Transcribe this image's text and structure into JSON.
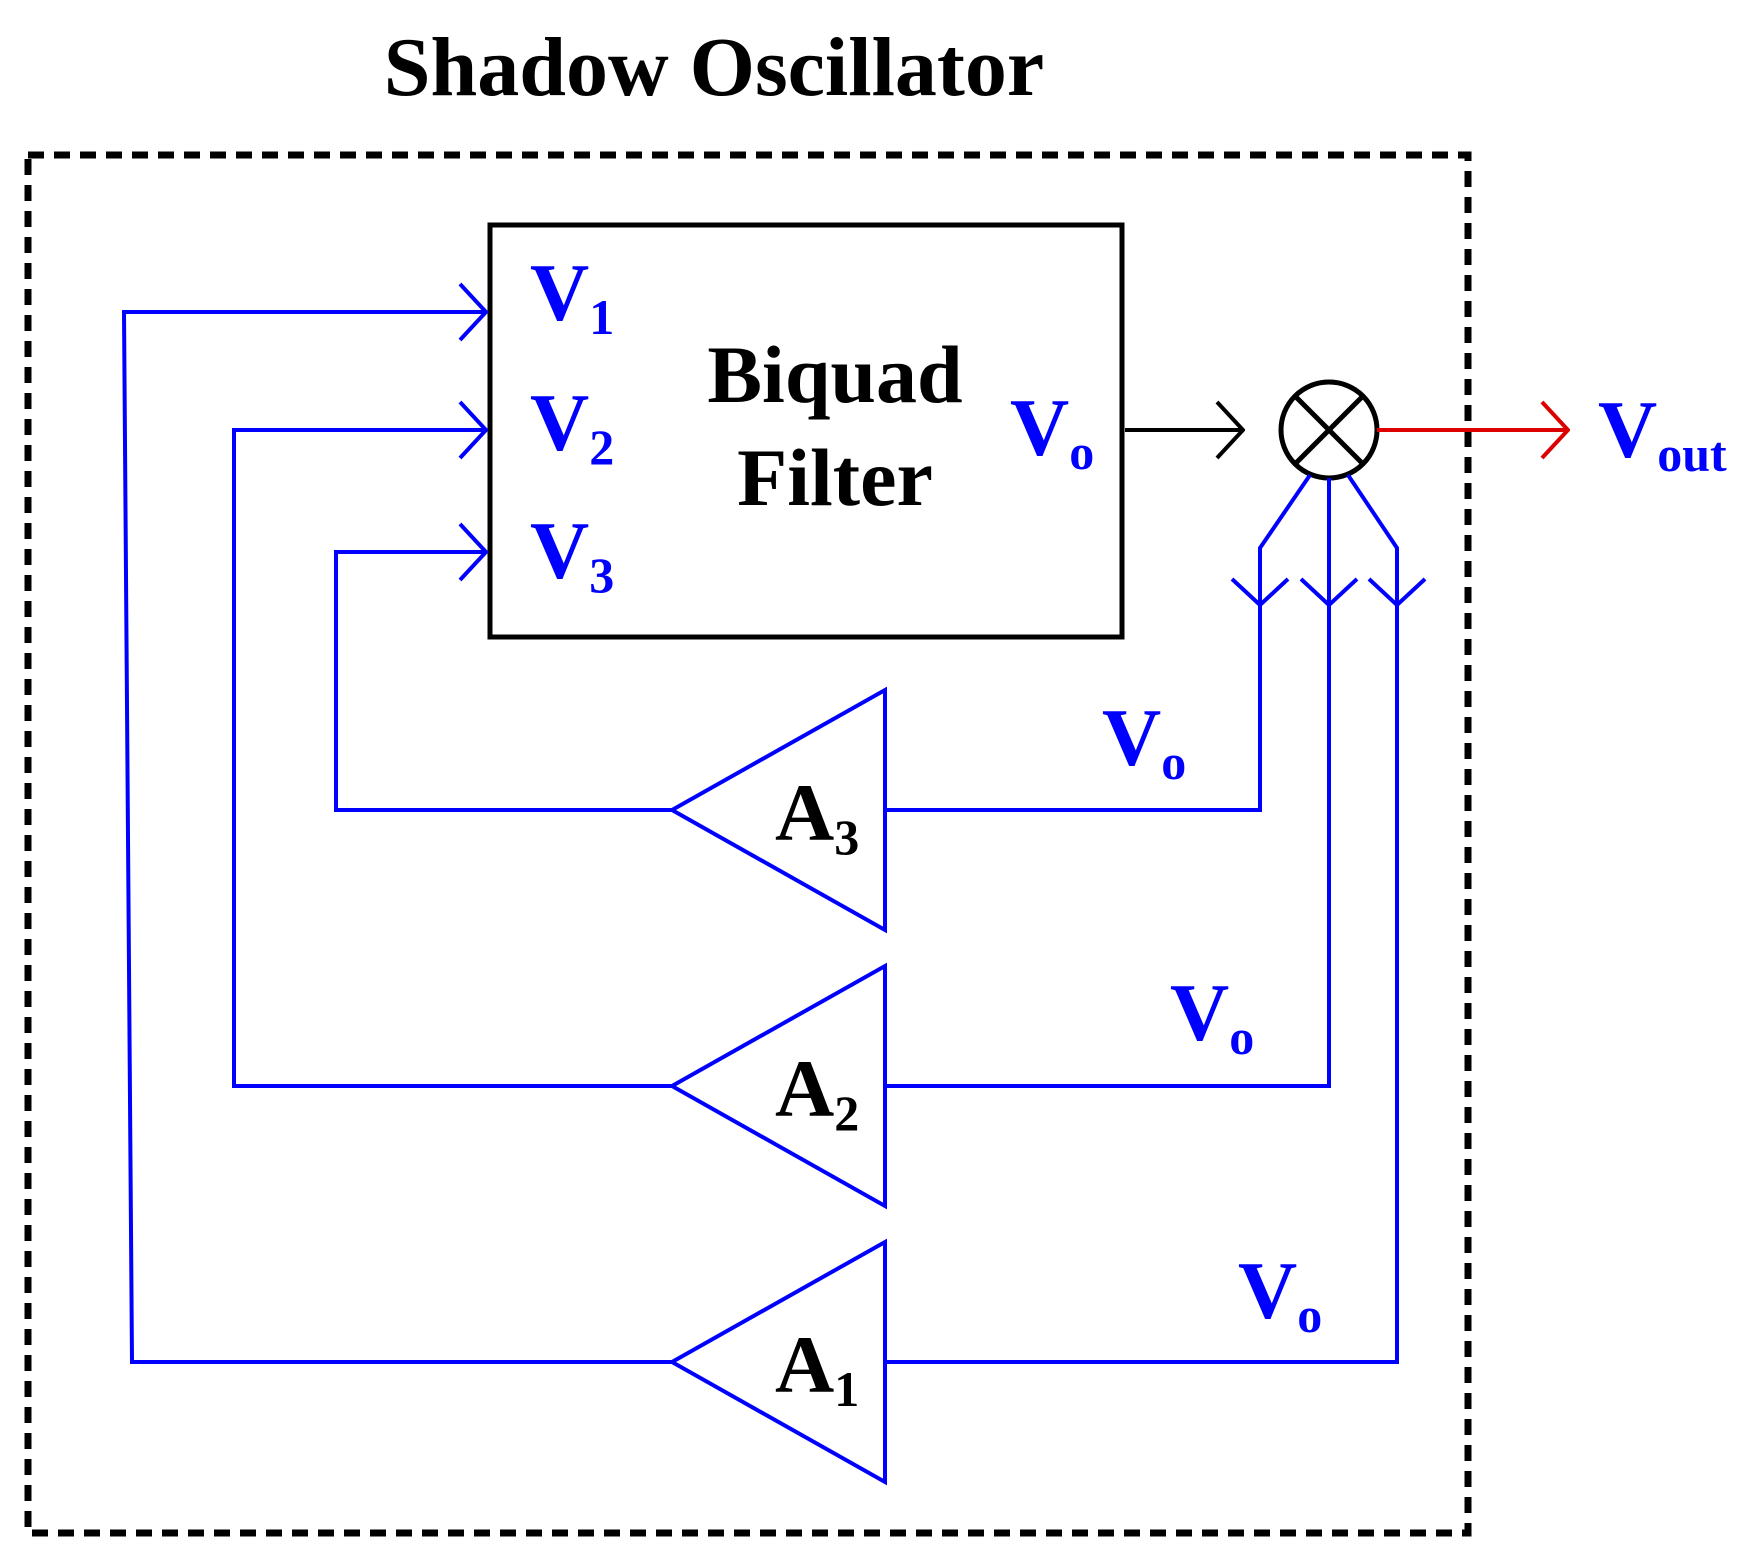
{
  "title": "Shadow Oscillator",
  "filter": {
    "name_line1": "Biquad",
    "name_line2": "Filter",
    "inputs": [
      {
        "main": "V",
        "sub": "1"
      },
      {
        "main": "V",
        "sub": "2"
      },
      {
        "main": "V",
        "sub": "3"
      }
    ],
    "output": {
      "main": "V",
      "sub": "o"
    }
  },
  "output": {
    "main": "V",
    "sub": "out"
  },
  "amplifiers": [
    {
      "main": "A",
      "sub": "3"
    },
    {
      "main": "A",
      "sub": "2"
    },
    {
      "main": "A",
      "sub": "1"
    }
  ],
  "amp_inputs": [
    {
      "main": "V",
      "sub": "o"
    },
    {
      "main": "V",
      "sub": "o"
    },
    {
      "main": "V",
      "sub": "o"
    }
  ],
  "colors": {
    "feedback": "#0000ff",
    "output": "#dd0000",
    "structure": "#000000"
  }
}
